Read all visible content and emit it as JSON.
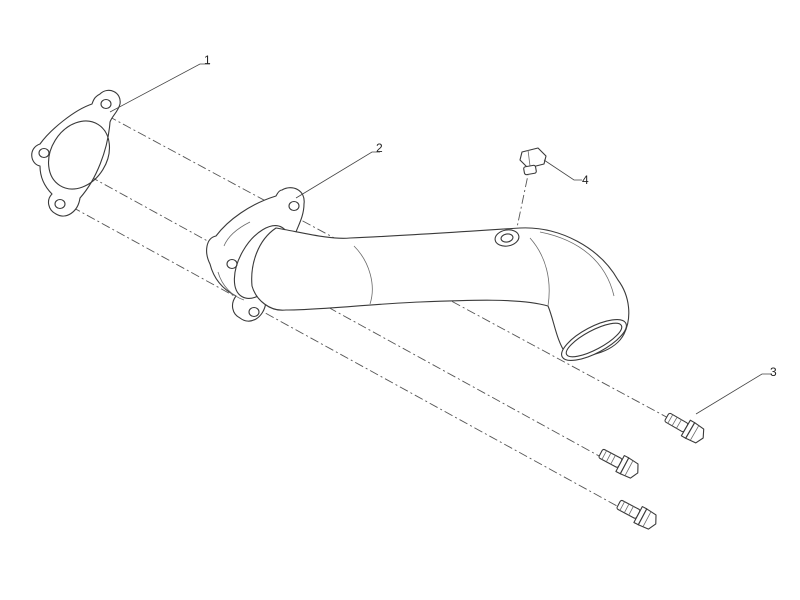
{
  "callouts": [
    {
      "id": "1",
      "label": "1"
    },
    {
      "id": "2",
      "label": "2"
    },
    {
      "id": "3",
      "label": "3"
    },
    {
      "id": "4",
      "label": "4"
    }
  ],
  "colors": {
    "line": "#3a3a3a",
    "background": "#ffffff"
  }
}
